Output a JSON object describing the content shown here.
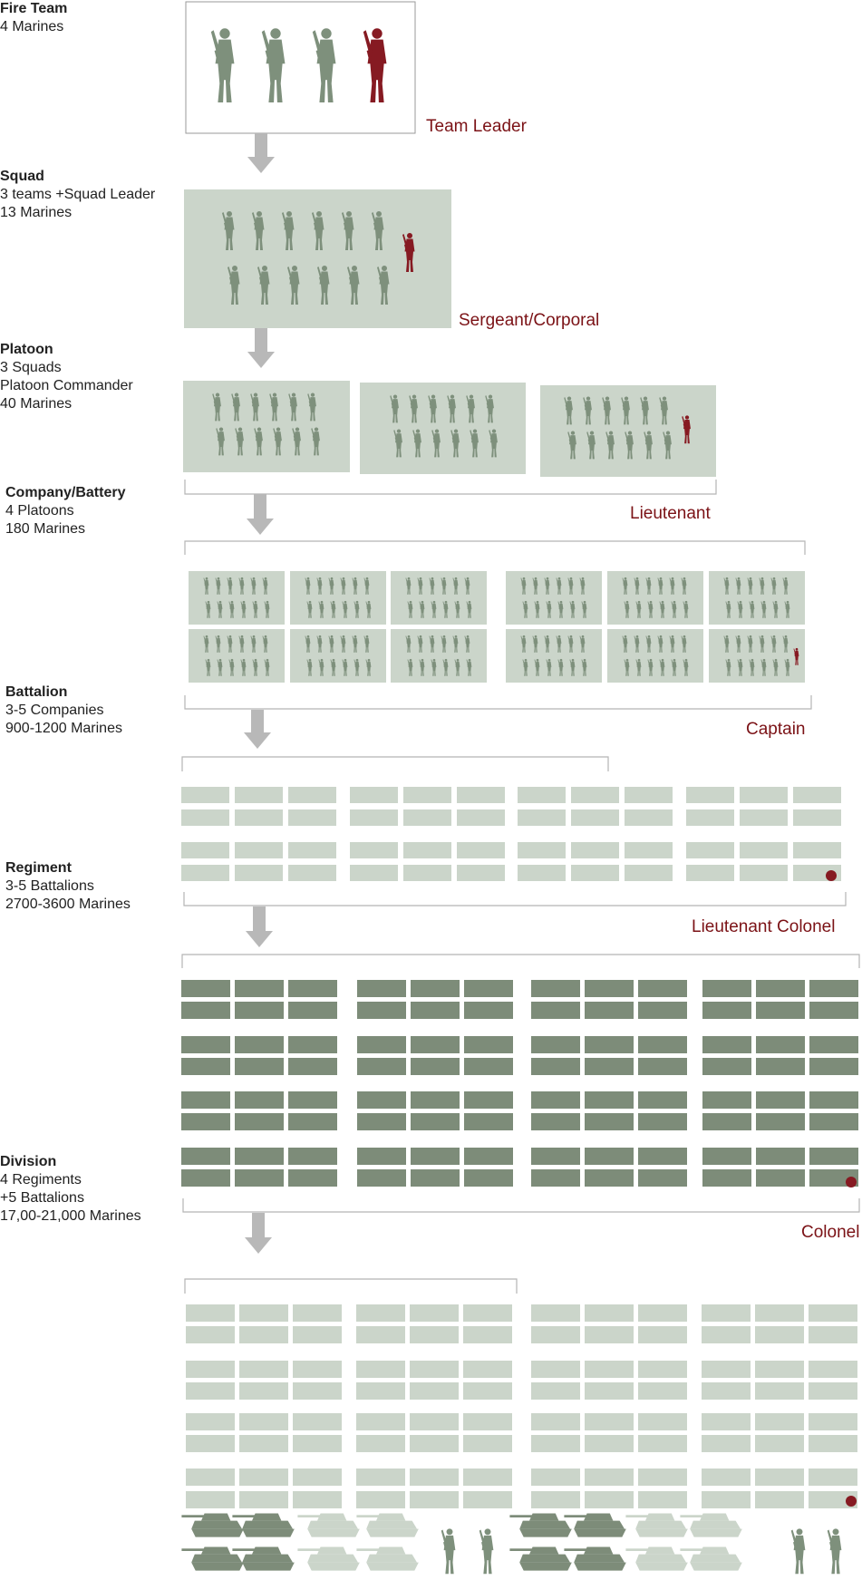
{
  "colors": {
    "marine": "#7e907c",
    "leader": "#861a22",
    "box": "#cbd5ca",
    "box_dark": "#7d8c79",
    "arrow": "#b8b8b8",
    "bracket": "#b5b5b5",
    "leader_text": "#7b1216"
  },
  "levels": [
    {
      "title": "Fire Team",
      "lines": [
        "4 Marines"
      ],
      "leader": "Team Leader"
    },
    {
      "title": "Squad",
      "lines": [
        "3 teams +Squad Leader",
        "13 Marines"
      ],
      "leader": "Sergeant/Corporal"
    },
    {
      "title": "Platoon",
      "lines": [
        "3 Squads",
        "Platoon Commander",
        "40 Marines"
      ],
      "leader": "Lieutenant"
    },
    {
      "title": "Company/Battery",
      "lines": [
        "4 Platoons",
        "180 Marines"
      ],
      "leader": "Captain"
    },
    {
      "title": "Battalion",
      "lines": [
        "3-5 Companies",
        "900-1200 Marines"
      ],
      "leader": "Lieutenant Colonel"
    },
    {
      "title": "Regiment",
      "lines": [
        "3-5 Battalions",
        "2700-3600 Marines"
      ],
      "leader": "Colonel"
    },
    {
      "title": "Division",
      "lines": [
        "4 Regiments",
        "+5 Battalions",
        "17,00-21,000 Marines"
      ],
      "leader": ""
    }
  ],
  "icons": {
    "marine": "soldier-icon",
    "tank": "tank-icon",
    "leader_marker": "leader-dot-icon"
  }
}
